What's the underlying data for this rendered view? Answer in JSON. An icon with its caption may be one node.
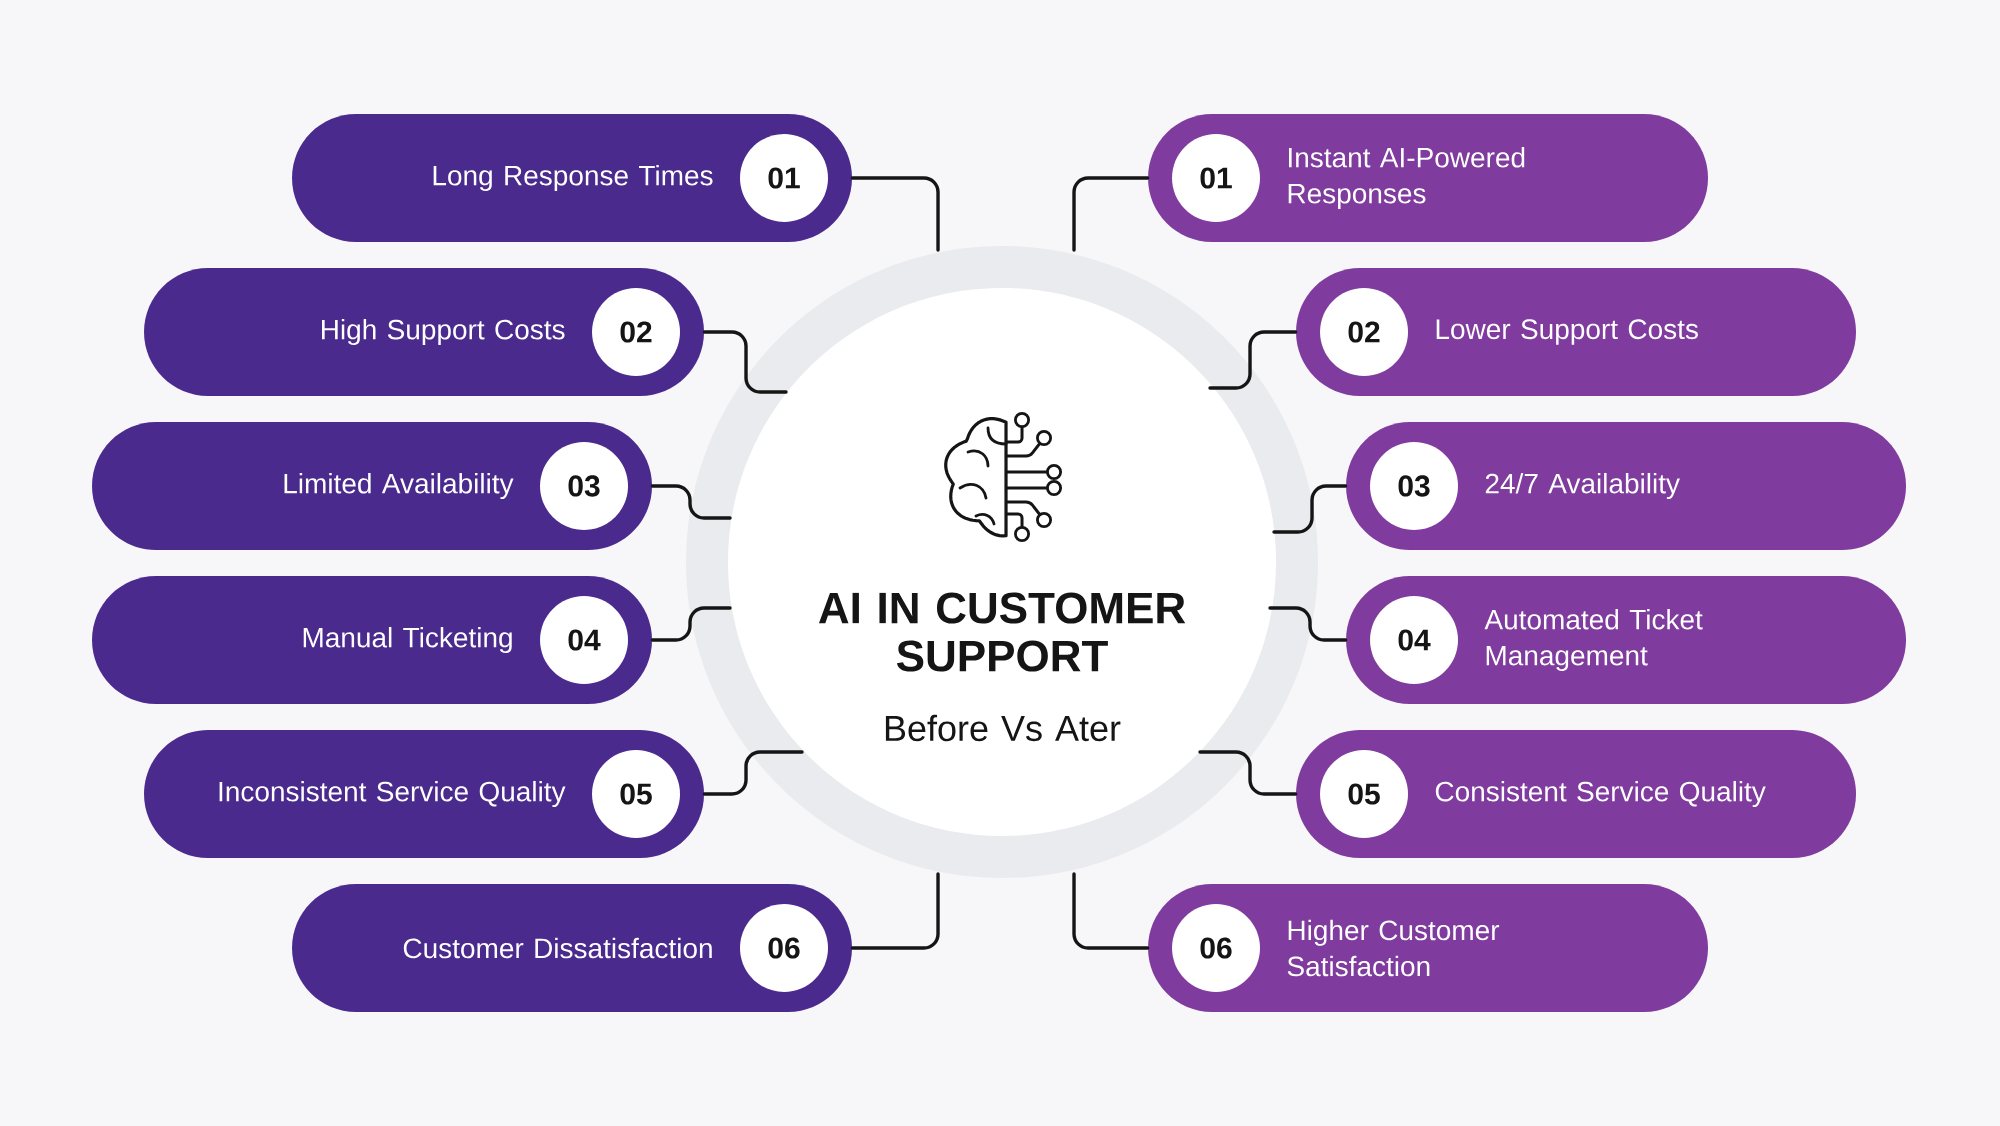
{
  "diagram": {
    "nodes": [
      {
        "text": [
          "AI IN CUSTOMER SUPPORT",
          "Before Vs Ater"
        ]
      },
      {
        "text": [
          "Long Response Times"
        ]
      },
      {
        "text": [
          "01"
        ],
        "in": 1
      },
      {
        "text": [
          "High Support Costs"
        ]
      },
      {
        "text": [
          "02"
        ],
        "in": 3
      },
      {
        "text": [
          "Limited Availability"
        ]
      },
      {
        "text": [
          "03"
        ],
        "in": 5
      },
      {
        "text": [
          "Manual Ticketing"
        ]
      },
      {
        "text": [
          "04"
        ],
        "in": 7
      },
      {
        "text": [
          "Inconsistent Service Quality"
        ]
      },
      {
        "text": [
          "05"
        ],
        "in": 9
      },
      {
        "text": [
          "Customer Dissatisfaction"
        ]
      },
      {
        "text": [
          "06"
        ],
        "in": 11
      },
      {
        "text": [
          "Instant AI-Powered Responses"
        ]
      },
      {
        "text": [
          "01"
        ],
        "in": 13
      },
      {
        "text": [
          "Lower Support Costs"
        ]
      },
      {
        "text": [
          "02"
        ],
        "in": 15
      },
      {
        "text": [
          "24/7 Availability"
        ]
      },
      {
        "text": [
          "03"
        ],
        "in": 17
      },
      {
        "text": [
          "Automated Ticket Management"
        ]
      },
      {
        "text": [
          "04"
        ],
        "in": 19
      },
      {
        "text": [
          "Consistent Service Quality"
        ]
      },
      {
        "text": [
          "05"
        ],
        "in": 21
      },
      {
        "text": [
          "Higher Customer Satisfaction"
        ]
      },
      {
        "text": [
          "06"
        ],
        "in": 23
      }
    ],
    "edges": [
      {
        "from": 1,
        "to": 0,
        "arrow": "none"
      },
      {
        "from": 3,
        "to": 0,
        "arrow": "none"
      },
      {
        "from": 5,
        "to": 0,
        "arrow": "none"
      },
      {
        "from": 7,
        "to": 0,
        "arrow": "none"
      },
      {
        "from": 9,
        "to": 0,
        "arrow": "none"
      },
      {
        "from": 11,
        "to": 0,
        "arrow": "none"
      },
      {
        "from": 13,
        "to": 0,
        "arrow": "none"
      },
      {
        "from": 15,
        "to": 0,
        "arrow": "none"
      },
      {
        "from": 17,
        "to": 0,
        "arrow": "none"
      },
      {
        "from": 19,
        "to": 0,
        "arrow": "none"
      },
      {
        "from": 21,
        "to": 0,
        "arrow": "none"
      },
      {
        "from": 23,
        "to": 0,
        "arrow": "none"
      }
    ]
  }
}
